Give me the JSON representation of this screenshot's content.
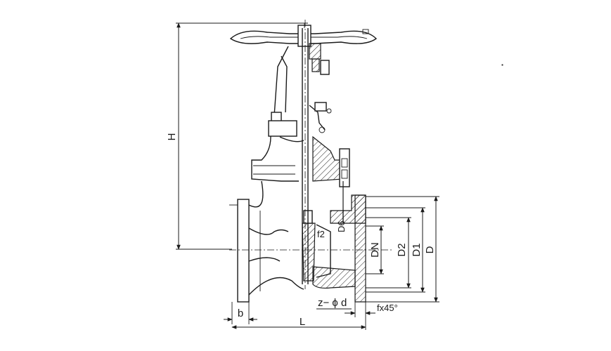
{
  "labels": {
    "H": "H",
    "b": "b",
    "L": "L",
    "DN": "DN",
    "D2": "D2",
    "D1": "D1",
    "D": "D",
    "f2": "f2",
    "D6": "D6",
    "bolt_holes": "z− ϕ d",
    "chamfer": "fx45°"
  }
}
